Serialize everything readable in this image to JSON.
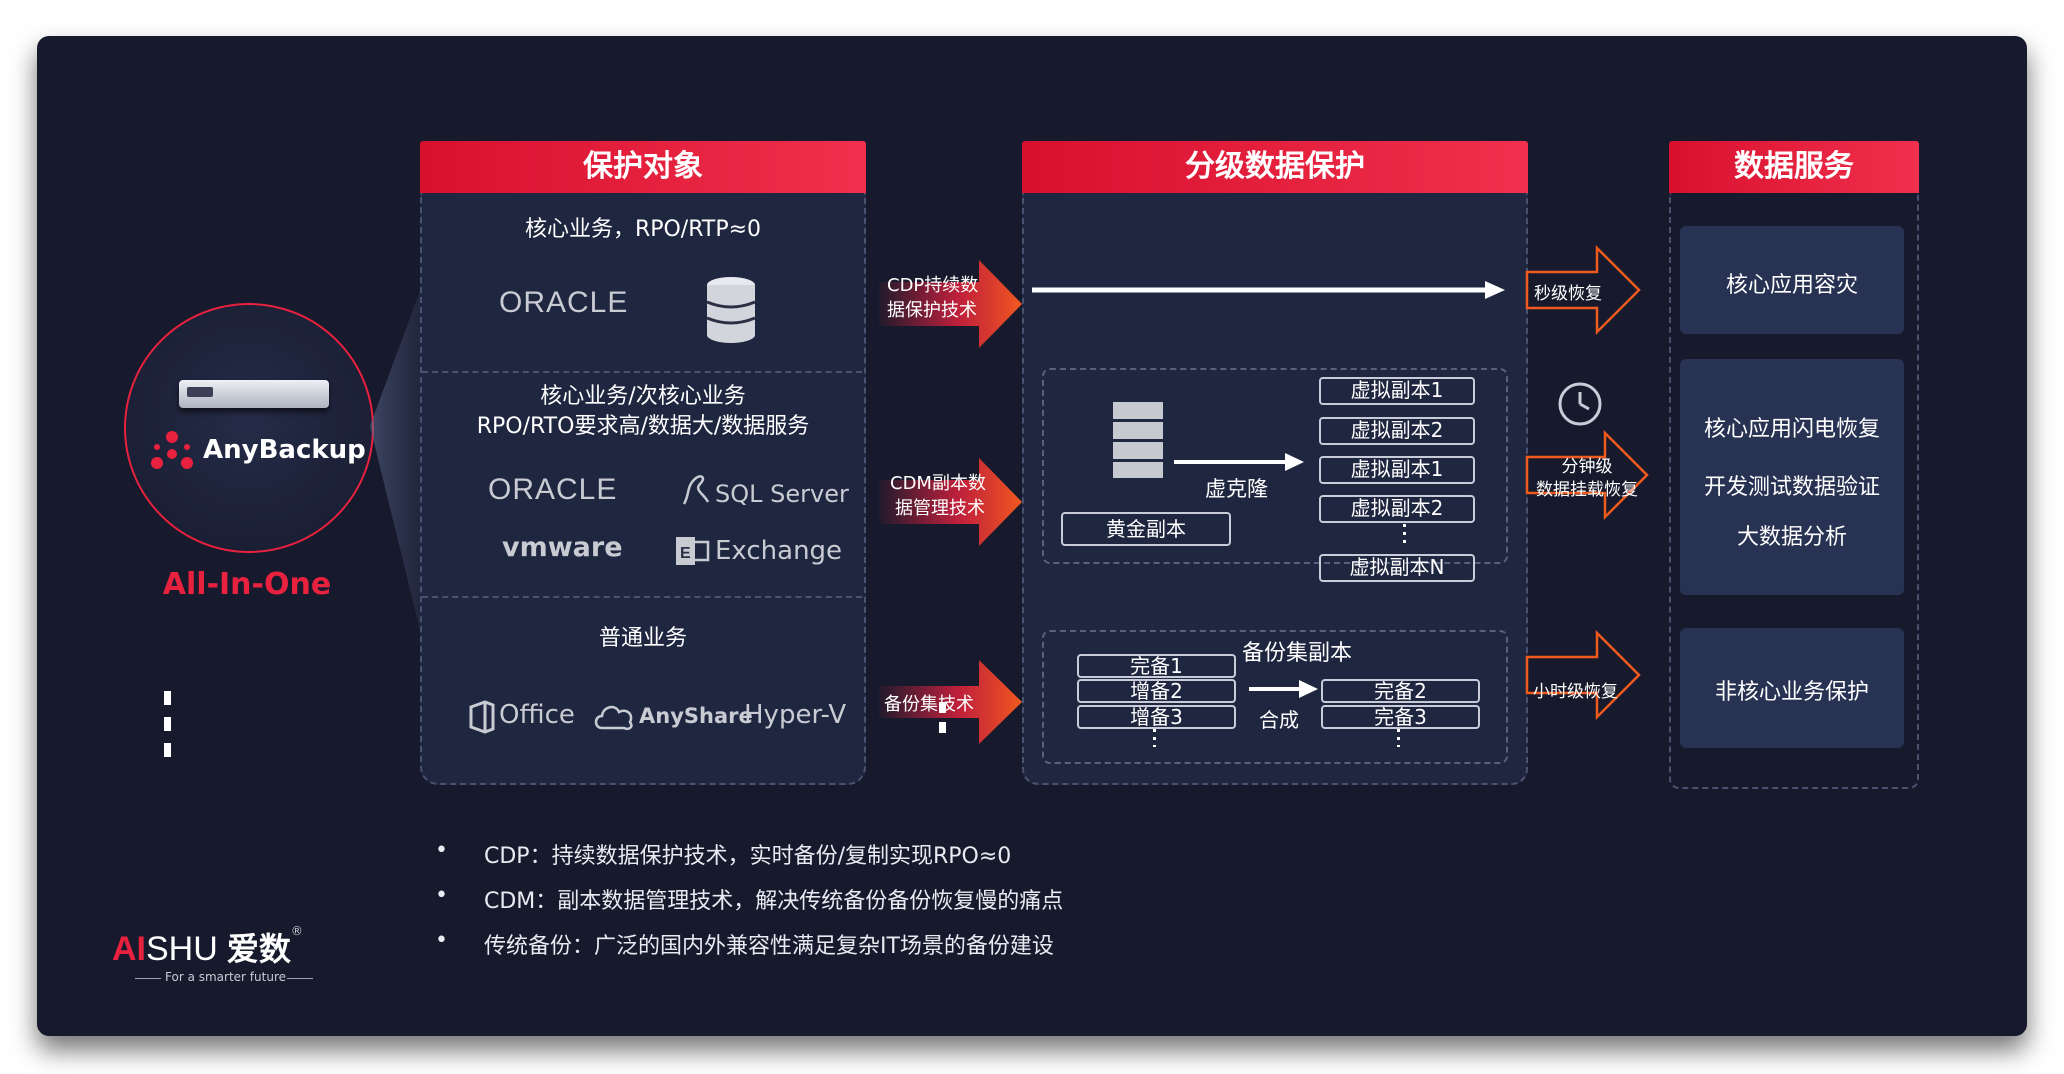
{
  "product": {
    "name": "AnyBackup",
    "tagline": "All-In-One",
    "colors": {
      "accent": "#e8213f",
      "panel_bg": "#1f2640",
      "bg": "#171a2c"
    }
  },
  "columns": {
    "protect": {
      "title": "保护对象",
      "sections": [
        {
          "heading": "核心业务，RPO/RTP≈0",
          "logos": [
            "ORACLE",
            "database-icon"
          ]
        },
        {
          "heading_line1": "核心业务/次核心业务",
          "heading_line2": "RPO/RTO要求高/数据大/数据服务",
          "logos": [
            "ORACLE",
            "SQL Server",
            "vmware",
            "Exchange"
          ]
        },
        {
          "heading": "普通业务",
          "logos": [
            "Office",
            "AnyShare",
            "Hyper-V"
          ]
        }
      ]
    },
    "tier": {
      "title": "分级数据保护",
      "cdm": {
        "golden_copy": "黄金副本",
        "virtual_clone": "虚克隆",
        "virtual_copies": [
          "虚拟副本1",
          "虚拟副本2",
          "虚拟副本1",
          "虚拟副本2",
          "虚拟副本N"
        ]
      },
      "backup": {
        "title": "备份集副本",
        "inputs": [
          "完备1",
          "增备2",
          "增备3"
        ],
        "merge": "合成",
        "outputs": [
          "完备2",
          "完备3"
        ]
      }
    },
    "services": {
      "title": "数据服务",
      "items": [
        "核心应用容灾",
        "核心应用闪电恢复",
        "开发测试数据验证",
        "大数据分析",
        "非核心业务保护"
      ]
    }
  },
  "arrows": {
    "tech": [
      {
        "line1": "CDP持续数",
        "line2": "据保护技术"
      },
      {
        "line1": "CDM副本数",
        "line2": "据管理技术"
      },
      {
        "line1": "备份集技术"
      }
    ],
    "recovery": [
      {
        "line1": "秒级恢复"
      },
      {
        "line1": "分钟级",
        "line2": "数据挂载恢复"
      },
      {
        "line1": "小时级恢复"
      }
    ]
  },
  "notes": [
    "CDP：持续数据保护技术，实时备份/复制实现RPO≈0",
    "CDM：副本数据管理技术，解决传统备份备份恢复慢的痛点",
    "传统备份：广泛的国内外兼容性满足复杂IT场景的备份建设"
  ],
  "brand": {
    "logo_ai": "AI",
    "logo_shu": "SHU",
    "logo_cn": "爱数",
    "logo_reg": "®",
    "slogan": "For a smarter future"
  }
}
